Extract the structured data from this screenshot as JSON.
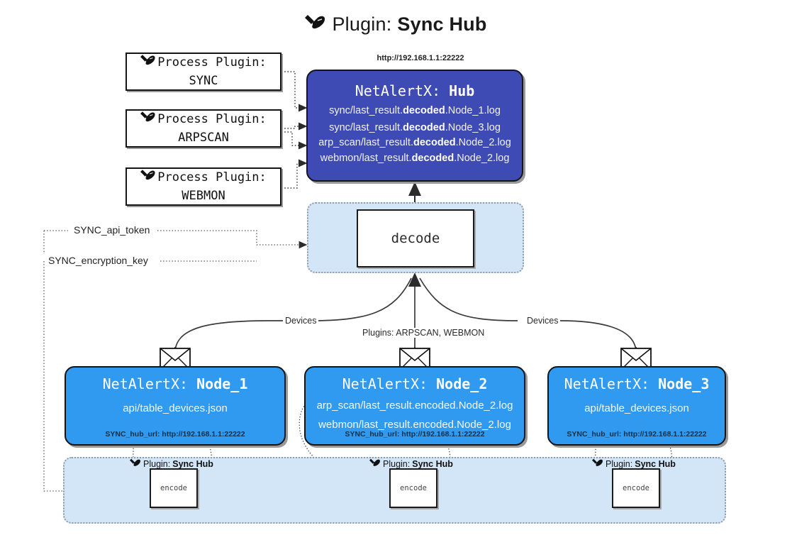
{
  "title": {
    "icon": "plug-icon",
    "prefix": "Plugin:",
    "name": "Sync Hub"
  },
  "process_plugins": [
    {
      "icon": "plug-icon",
      "line1": "Process Plugin:",
      "line2": "SYNC"
    },
    {
      "icon": "plug-icon",
      "line1": "Process Plugin:",
      "line2": "ARPSCAN"
    },
    {
      "icon": "plug-icon",
      "line1": "Process Plugin:",
      "line2": "WEBMON"
    }
  ],
  "hub": {
    "url": "http://192.168.1.1:22222",
    "title_prefix": "NetAlertX:",
    "title_name": "Hub",
    "lines": [
      {
        "pre": "sync/last_result.",
        "bold": "decoded",
        "post": ".Node_1.log"
      },
      {
        "pre": "sync/last_result.",
        "bold": "decoded",
        "post": ".Node_3.log"
      },
      {
        "pre": "arp_scan/last_result.",
        "bold": "decoded",
        "post": ".Node_2.log"
      },
      {
        "pre": "webmon/last_result.",
        "bold": "decoded",
        "post": ".Node_2.log"
      }
    ]
  },
  "decode": {
    "label": "decode"
  },
  "tokens": [
    {
      "label": "SYNC_api_token"
    },
    {
      "label": "SYNC_encryption_key"
    }
  ],
  "edge_labels": {
    "devices_left": "Devices",
    "plugins_center": "Plugins: ARPSCAN, WEBMON",
    "devices_right": "Devices"
  },
  "nodes": [
    {
      "icon": "envelope-icon",
      "title_prefix": "NetAlertX:",
      "title_name": "Node_1",
      "lines": [
        "api/table_devices.json"
      ],
      "footer": "SYNC_hub_url: http://192.168.1.1:22222"
    },
    {
      "icon": "envelope-icon",
      "title_prefix": "NetAlertX:",
      "title_name": "Node_2",
      "lines": [
        "arp_scan/last_result.encoded.Node_2.log",
        "webmon/last_result.encoded.Node_2.log"
      ],
      "footer": "SYNC_hub_url: http://192.168.1.1:22222"
    },
    {
      "icon": "envelope-icon",
      "title_prefix": "NetAlertX:",
      "title_name": "Node_3",
      "lines": [
        "api/table_devices.json"
      ],
      "footer": "SYNC_hub_url: http://192.168.1.1:22222"
    }
  ],
  "plugin_strip": [
    {
      "icon": "plug-icon",
      "label_prefix": "Plugin:",
      "label_name": "Sync Hub",
      "box": "encode"
    },
    {
      "icon": "plug-icon",
      "label_prefix": "Plugin:",
      "label_name": "Sync Hub",
      "box": "encode"
    },
    {
      "icon": "plug-icon",
      "label_prefix": "Plugin:",
      "label_name": "Sync Hub",
      "box": "encode"
    }
  ],
  "colors": {
    "hub_fill": "#3f4bb5",
    "node_fill": "#2f9aef",
    "group_fill": "#d3e6f8",
    "group_border": "#8f9aa3",
    "stroke": "#141414",
    "background": "#ffffff"
  }
}
